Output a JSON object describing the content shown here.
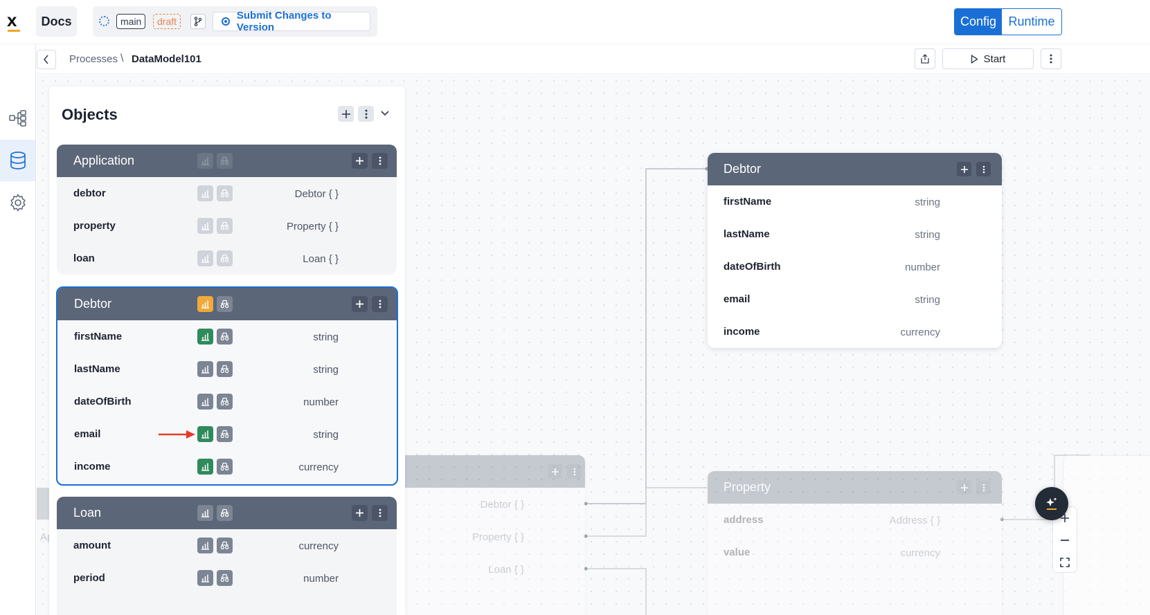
{
  "topbar": {
    "logo_letter": "x",
    "docs_label": "Docs",
    "branch_tag": "main",
    "draft_tag": "draft",
    "submit_label": "Submit Changes to Version",
    "mode_config": "Config",
    "mode_runtime": "Runtime"
  },
  "subbar": {
    "crumb_parent": "Processes",
    "crumb_separator": "\\",
    "crumb_current": "DataModel101",
    "start_label": "Start"
  },
  "rail": {
    "items": [
      {
        "icon": "process-tree-icon"
      },
      {
        "icon": "database-icon",
        "active": true
      },
      {
        "icon": "gear-icon"
      }
    ]
  },
  "objects_panel": {
    "title": "Objects",
    "objects": [
      {
        "name": "Application",
        "fields": [
          {
            "name": "debtor",
            "type": "Debtor { }"
          },
          {
            "name": "property",
            "type": "Property { }"
          },
          {
            "name": "loan",
            "type": "Loan { }"
          }
        ]
      },
      {
        "name": "Debtor",
        "selected": true,
        "fields": [
          {
            "name": "firstName",
            "type": "string"
          },
          {
            "name": "lastName",
            "type": "string"
          },
          {
            "name": "dateOfBirth",
            "type": "number"
          },
          {
            "name": "email",
            "type": "string"
          },
          {
            "name": "income",
            "type": "currency"
          }
        ]
      },
      {
        "name": "Loan",
        "fields": [
          {
            "name": "amount",
            "type": "currency"
          },
          {
            "name": "period",
            "type": "number"
          }
        ]
      }
    ]
  },
  "canvas": {
    "debtor_card": {
      "name": "Debtor",
      "fields": [
        {
          "name": "firstName",
          "type": "string"
        },
        {
          "name": "lastName",
          "type": "string"
        },
        {
          "name": "dateOfBirth",
          "type": "number"
        },
        {
          "name": "email",
          "type": "string"
        },
        {
          "name": "income",
          "type": "currency"
        }
      ]
    },
    "property_card": {
      "name": "Property",
      "fields": [
        {
          "name": "address",
          "type": "Address { }"
        },
        {
          "name": "value",
          "type": "currency"
        }
      ]
    },
    "application_card": {
      "fields": [
        {
          "type": "Debtor { }"
        },
        {
          "type": "Property { }"
        },
        {
          "type": "Loan { }"
        }
      ]
    },
    "left_stub_text": "Ap"
  },
  "colors": {
    "accent": "#1a6fd6",
    "header": "#5b6678",
    "enabled_green": "#2f8a5c",
    "highlight_orange": "#f0a93a",
    "draft_orange": "#e8844a",
    "arrow_red": "#e53b2c"
  }
}
